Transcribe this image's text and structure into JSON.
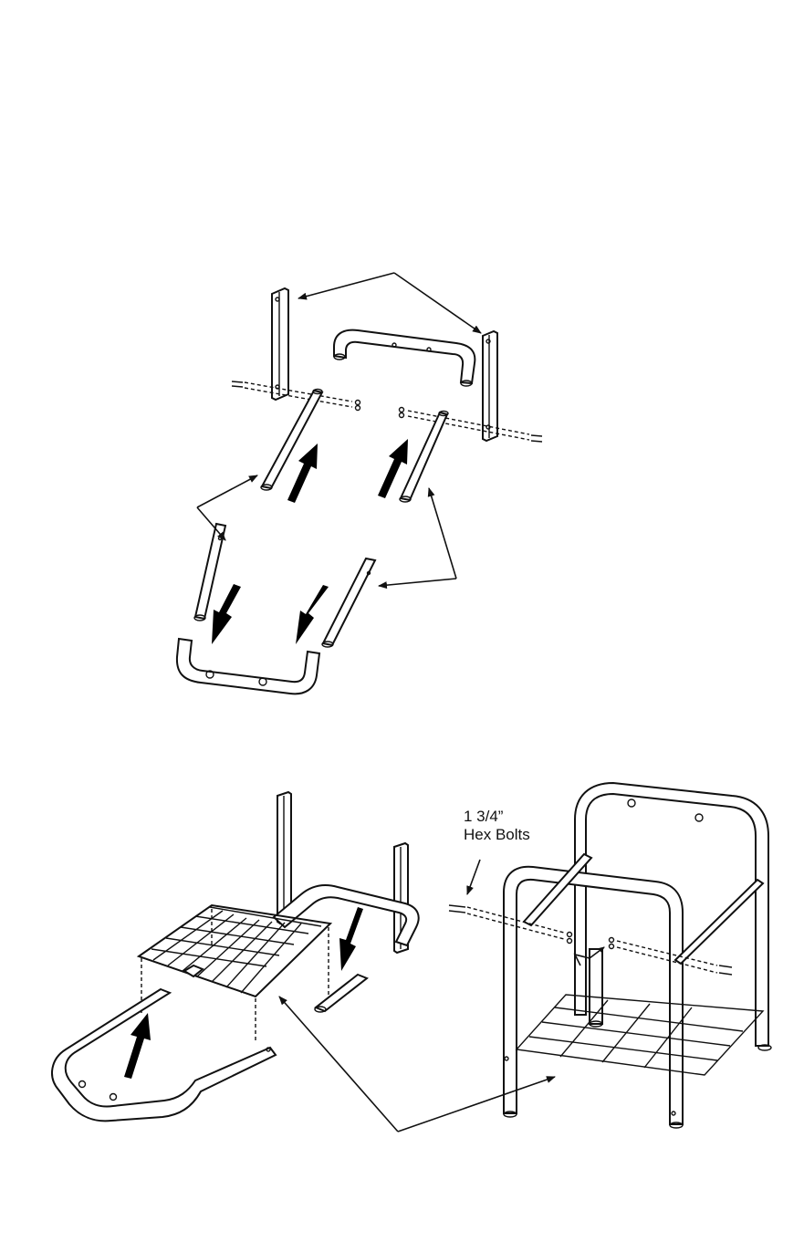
{
  "callouts": {
    "hex_bolts_size": "1 3/4”",
    "hex_bolts_name": "Hex Bolts"
  },
  "colors": {
    "line": "#111111",
    "background": "#ffffff"
  },
  "icons": {
    "direction_arrow": "solid-black-arrow",
    "leader_arrow": "thin-pointer-arrow"
  }
}
